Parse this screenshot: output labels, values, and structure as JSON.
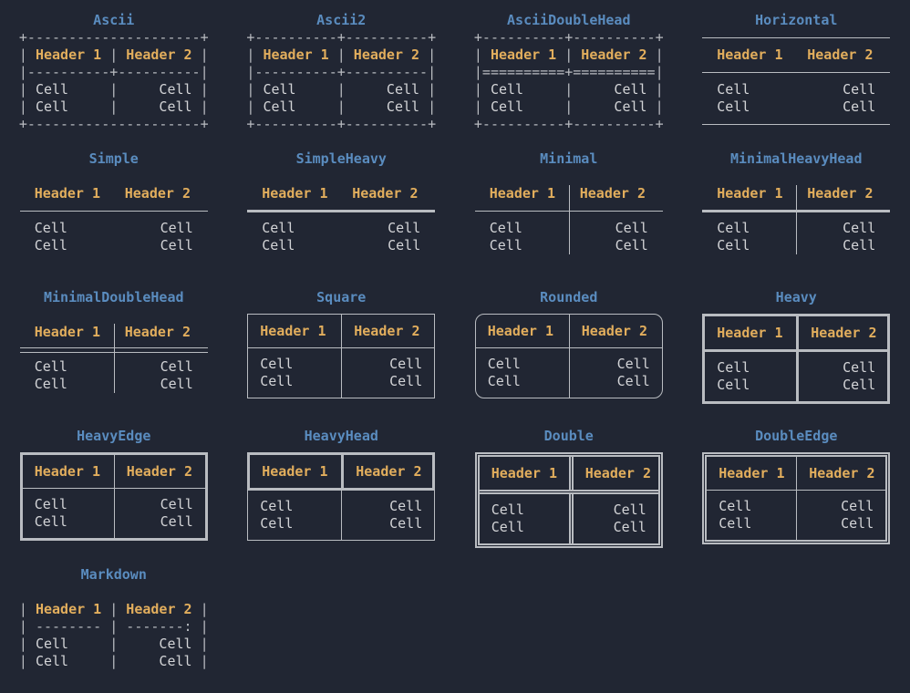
{
  "colors": {
    "background": "#212633",
    "title": "#5a8cbf",
    "header": "#e2ae5d",
    "cell": "#d3d4d7",
    "line": "#b9bcc1"
  },
  "labels": {
    "header1": "Header 1",
    "header2": "Header 2",
    "cell": "Cell"
  },
  "ascii_parts": {
    "head_l": "| ",
    "head_m": " | ",
    "head_r": " |",
    "cell_l": "| ",
    "cell_m": "     |     ",
    "cell_r": " |"
  },
  "tables": [
    {
      "title": "Ascii",
      "top": "+---------------------+",
      "sep": "|----------+----------|",
      "bottom": "+---------------------+"
    },
    {
      "title": "Ascii2",
      "top": "+----------+----------+",
      "sep": "|----------+----------|",
      "bottom": "+----------+----------+"
    },
    {
      "title": "AsciiDoubleHead",
      "top": "+----------+----------+",
      "sep": "|==========+==========|",
      "bottom": "+----------+----------+"
    },
    {
      "title": "Horizontal"
    },
    {
      "title": "Simple"
    },
    {
      "title": "SimpleHeavy"
    },
    {
      "title": "Minimal"
    },
    {
      "title": "MinimalHeavyHead"
    },
    {
      "title": "MinimalDoubleHead"
    },
    {
      "title": "Square"
    },
    {
      "title": "Rounded"
    },
    {
      "title": "Heavy"
    },
    {
      "title": "HeavyEdge"
    },
    {
      "title": "HeavyHead"
    },
    {
      "title": "Double"
    },
    {
      "title": "DoubleEdge"
    },
    {
      "title": "Markdown",
      "md_sep_1": "--------",
      "md_sep_2": "-------:"
    }
  ]
}
